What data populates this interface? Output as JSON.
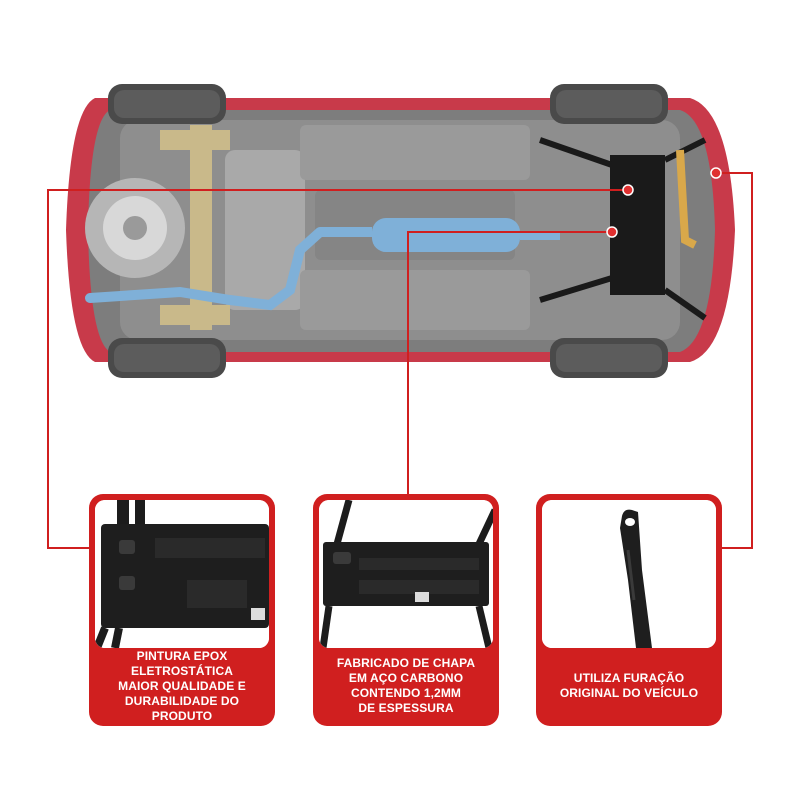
{
  "features": [
    {
      "caption": "PINTURA EPOX\nELETROSTÁTICA\nMAIOR QUALIDADE E\nDURABILIDADE DO PRODUTO"
    },
    {
      "caption": "FABRICADO DE CHAPA\nEM AÇO CARBONO\nCONTENDO 1,2MM\nDE ESPESSURA"
    },
    {
      "caption": "UTILIZA FURAÇÃO\nORIGINAL DO VEÍCULO"
    }
  ],
  "colors": {
    "accent": "#d01f1f",
    "car_body": "#c83a4a",
    "frame": "#1a1a1a",
    "exhaust": "#7fb0d8"
  },
  "icons": [
    "car-underside-image",
    "frame-closeup-image",
    "frame-edge-image",
    "bracket-closeup-image"
  ]
}
